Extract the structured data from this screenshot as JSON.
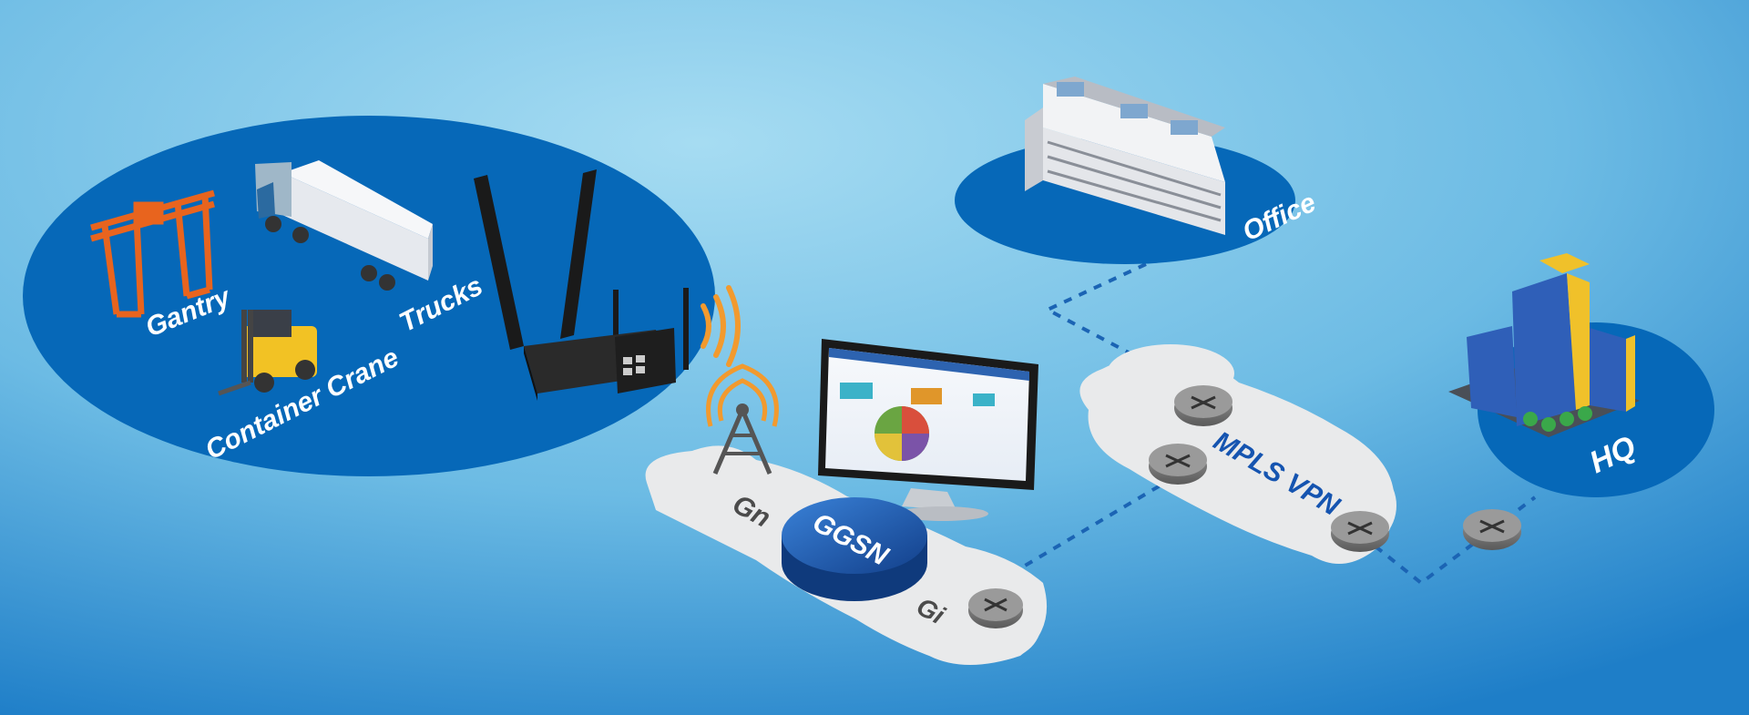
{
  "colors": {
    "bg_light": "#8fd2ee",
    "bg_dark": "#1e83cc",
    "ellipse": "#0668b8",
    "cloud": "#e9eaeb",
    "link": "#1b64b4",
    "signal": "#f29a2e",
    "ggsn": "#1753a8"
  },
  "field_zone": {
    "labels": {
      "gantry": "Gantry",
      "trucks": "Trucks",
      "container_crane": "Container Crane"
    }
  },
  "mobile_network": {
    "gn_label": "Gn",
    "gi_label": "Gi",
    "ggsn_label": "GGSN"
  },
  "mpls": {
    "label": "MPLS VPN"
  },
  "sites": {
    "office": "Office",
    "hq": "HQ"
  }
}
